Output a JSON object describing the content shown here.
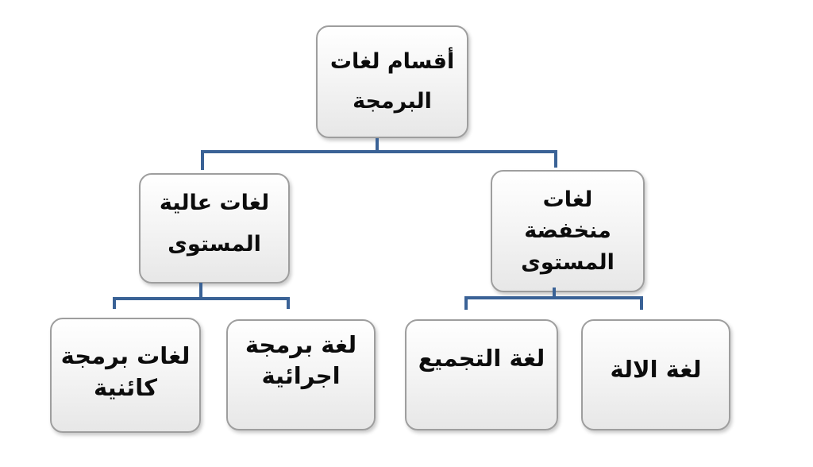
{
  "diagram": {
    "connector_color": "#3a6296",
    "background_color": "#ffffff",
    "box_border_color": "#9e9e9e",
    "box_fill_color": "#ededed",
    "text_color": "#0c0c0c",
    "nodes": {
      "root": {
        "label": "أقسام لغات البرمجة",
        "lines": [
          "أقسام لغات",
          "البرمجة"
        ]
      },
      "high_level": {
        "label": "لغات عالية المستوى",
        "lines": [
          "لغات عالية",
          "المستوى"
        ]
      },
      "low_level": {
        "label": "لغات منخفضة المستوى",
        "lines": [
          "لغات",
          "منخفضة",
          "المستوى"
        ]
      },
      "object_oriented": {
        "label": "لغات برمجة كائنية",
        "lines": [
          "لغات برمجة",
          "كائنية"
        ]
      },
      "procedural": {
        "label": "لغة برمجة اجرائية",
        "lines": [
          "لغة برمجة",
          "اجرائية"
        ]
      },
      "assembly": {
        "label": "لغة التجميع",
        "lines": [
          "لغة التجميع"
        ]
      },
      "machine": {
        "label": "لغة الالة",
        "lines": [
          "لغة الالة"
        ]
      }
    }
  }
}
